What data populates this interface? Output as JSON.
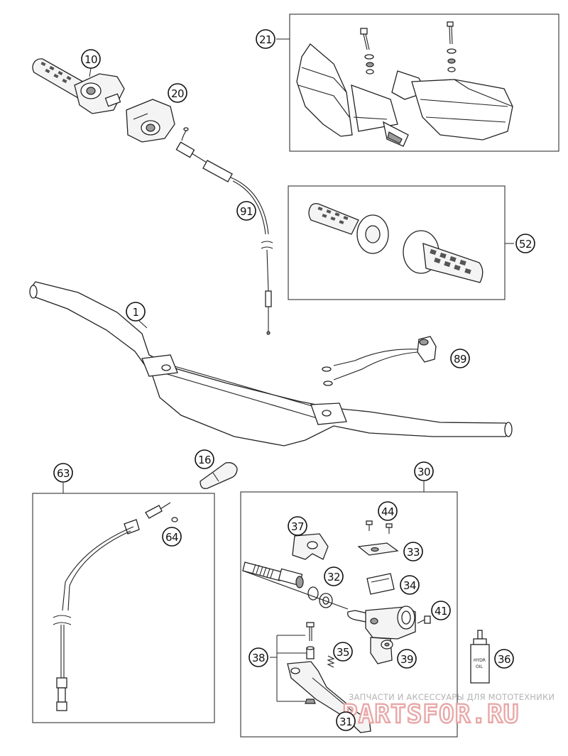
{
  "callouts": {
    "p1": "1",
    "p10": "10",
    "p16": "16",
    "p20": "20",
    "p21": "21",
    "p30": "30",
    "p31": "31",
    "p32": "32",
    "p33": "33",
    "p34": "34",
    "p35": "35",
    "p36": "36",
    "p37": "37",
    "p38": "38",
    "p39": "39",
    "p41": "41",
    "p44": "44",
    "p52": "52",
    "p63": "63",
    "p64": "64",
    "p89": "89",
    "p91": "91"
  },
  "bottle_label": [
    "HYDR",
    "OIL"
  ],
  "watermark": {
    "tagline": "ЗАПЧАСТИ И АКСЕССУАРЫ ДЛЯ МОТОТЕХНИКИ",
    "brand": "PARTSFOR.RU"
  },
  "colors": {
    "line": "#222222",
    "part_fill": "#f4f4f4",
    "watermark_outline": "#e9a8a8",
    "watermark_text": "#b4b4b4"
  }
}
